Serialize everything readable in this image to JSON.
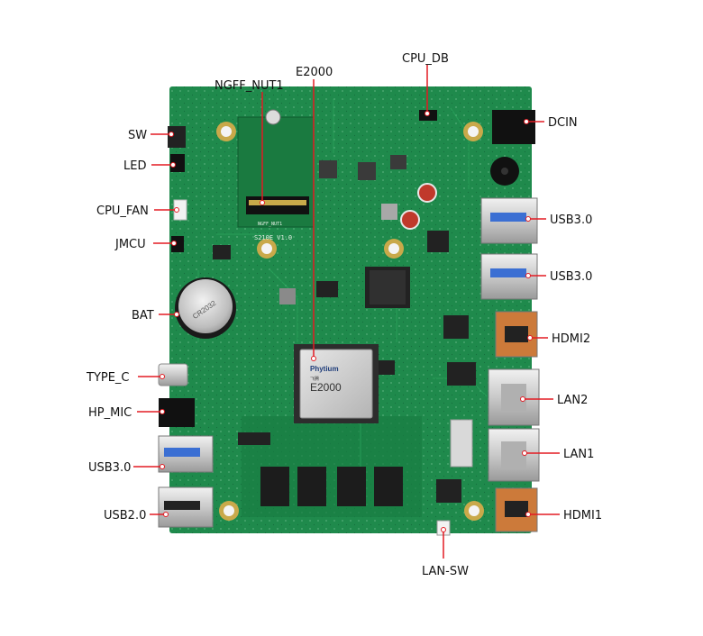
{
  "board": {
    "silkscreen": "S210E V1.0",
    "socket_label": "NGFF_NUT1",
    "cpu_brand": "Phytium",
    "cpu_brand_cn": "飞腾",
    "cpu_model": "E2000",
    "battery_text": "CR2032"
  },
  "labels": {
    "sw": "SW",
    "led": "LED",
    "cpu_fan": "CPU_FAN",
    "jmcu": "JMCU",
    "bat": "BAT",
    "type_c": "TYPE_C",
    "hp_mic": "HP_MIC",
    "usb30_left": "USB3.0",
    "usb20": "USB2.0",
    "ngff": "NGFF_NUT1",
    "e2000": "E2000",
    "cpu_db": "CPU_DB",
    "dcin": "DCIN",
    "usb30_top": "USB3.0",
    "usb30_mid": "USB3.0",
    "hdmi2": "HDMI2",
    "lan2": "LAN2",
    "lan1": "LAN1",
    "hdmi1": "HDMI1",
    "lan_sw": "LAN-SW"
  },
  "colors": {
    "pcb": "#1f8a4c",
    "pcb_dark": "#156a38",
    "callout": "#e31b23",
    "text": "#111111"
  }
}
